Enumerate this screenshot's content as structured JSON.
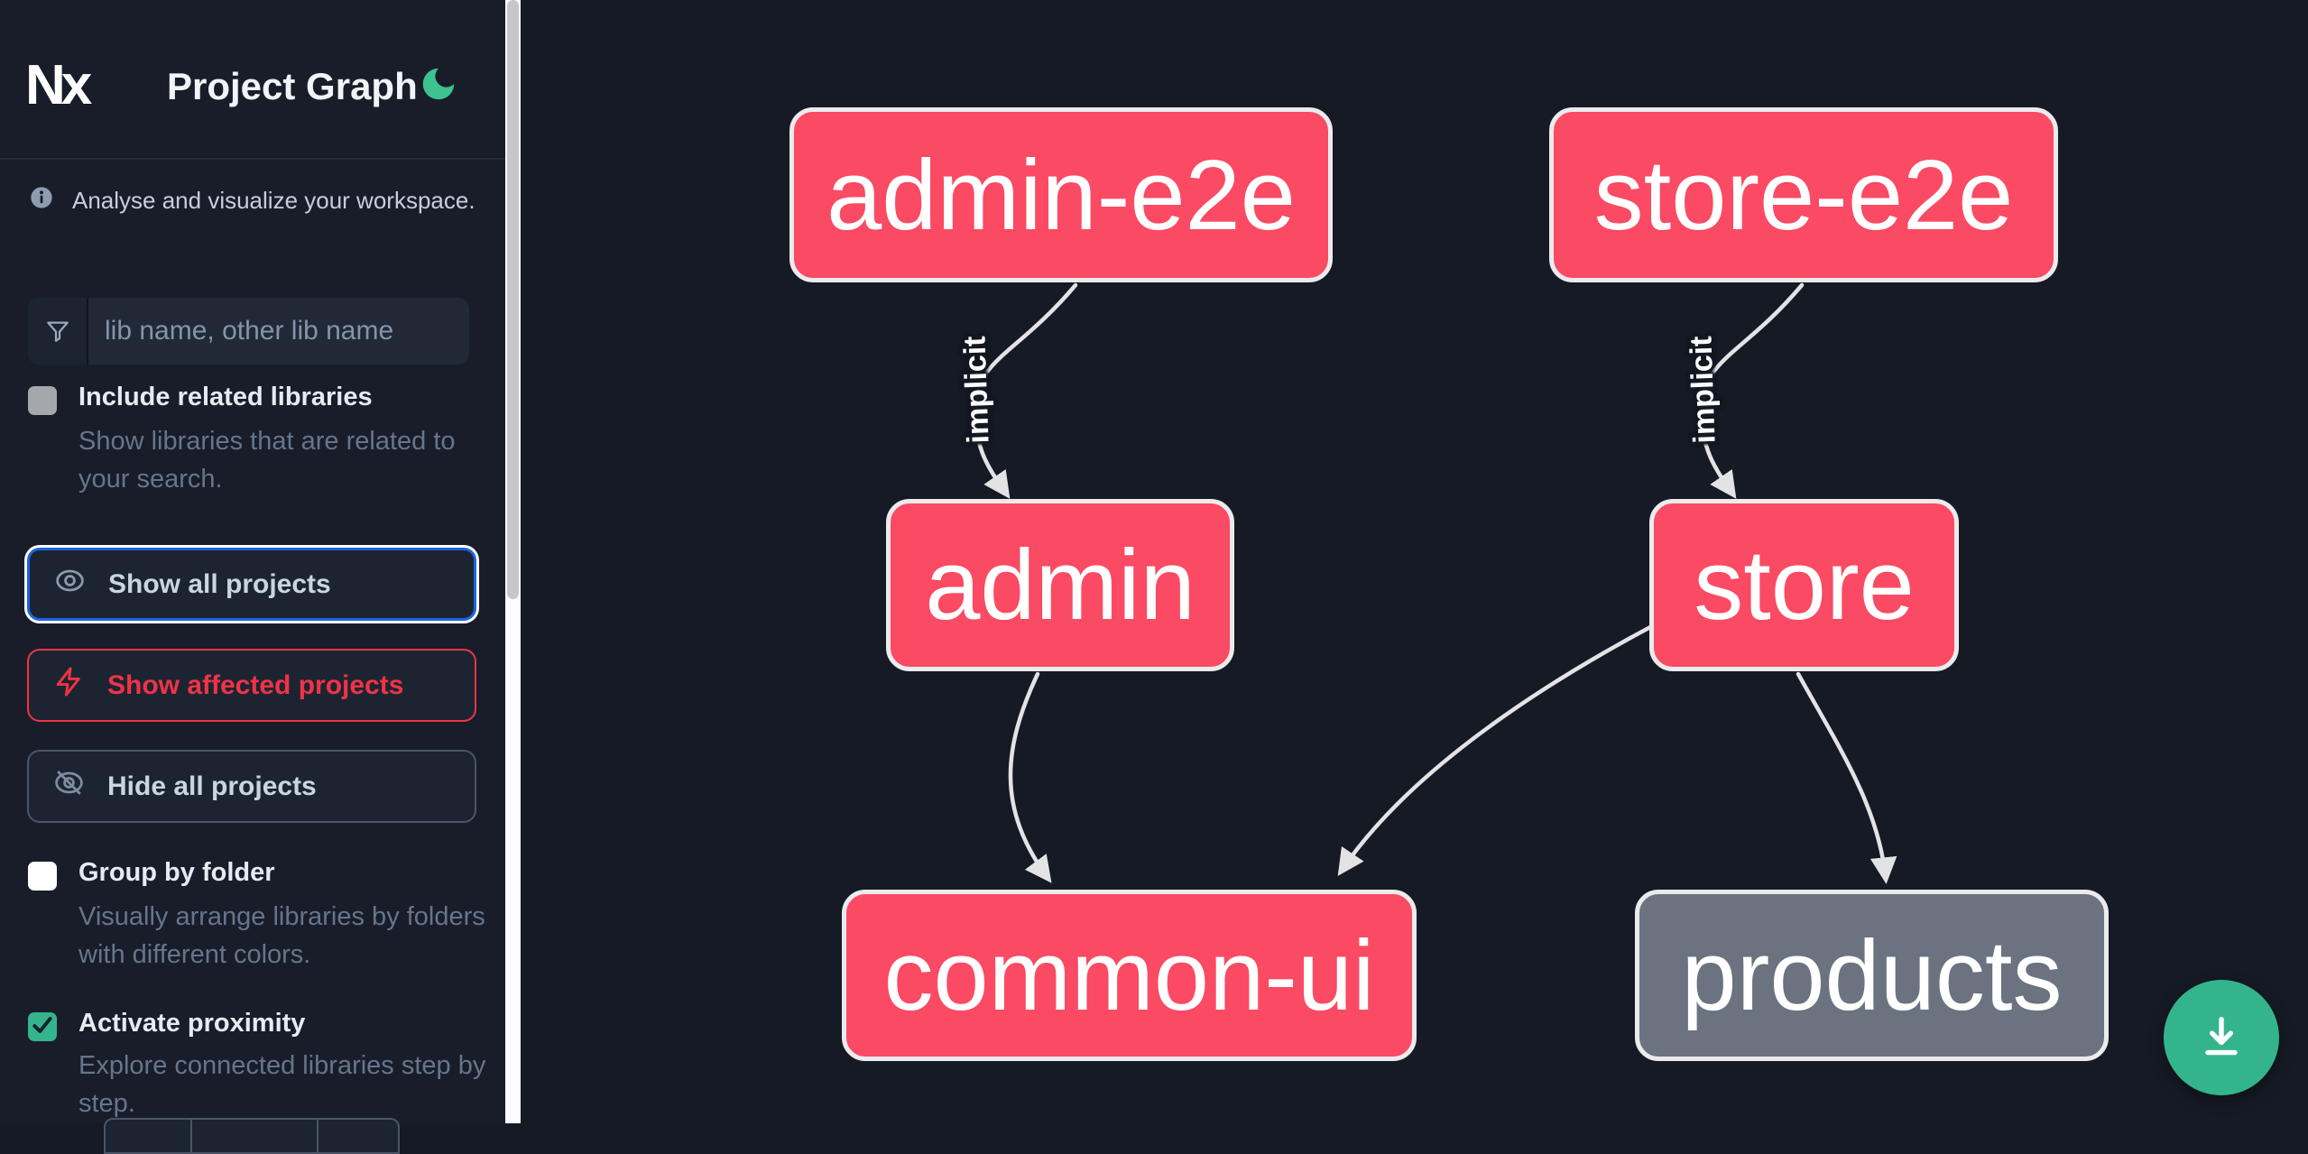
{
  "header": {
    "logo_text": "Nx",
    "title": "Project Graph"
  },
  "sidebar": {
    "tagline": "Analyse and visualize your workspace.",
    "search": {
      "placeholder": "lib name, other lib name",
      "value": ""
    },
    "checkboxes": [
      {
        "label": "Include related libraries",
        "description": "Show libraries that are related to your search.",
        "checked": false
      },
      {
        "label": "Group by folder",
        "description": "Visually arrange libraries by folders with different colors.",
        "checked": false
      },
      {
        "label": "Activate proximity",
        "description": "Explore connected libraries step by step.",
        "checked": true
      }
    ],
    "buttons": [
      {
        "label": "Show all projects"
      },
      {
        "label": "Show affected projects"
      },
      {
        "label": "Hide all projects"
      }
    ]
  },
  "graph": {
    "nodes": [
      {
        "id": "admin-e2e",
        "label": "admin-e2e",
        "color": "#fb4a63"
      },
      {
        "id": "store-e2e",
        "label": "store-e2e",
        "color": "#fb4a63"
      },
      {
        "id": "admin",
        "label": "admin",
        "color": "#fb4a63"
      },
      {
        "id": "store",
        "label": "store",
        "color": "#fb4a63"
      },
      {
        "id": "common-ui",
        "label": "common-ui",
        "color": "#fb4a63"
      },
      {
        "id": "products",
        "label": "products",
        "color": "#6b7280"
      }
    ],
    "edges": [
      {
        "source": "admin-e2e",
        "target": "admin",
        "label": "implicit"
      },
      {
        "source": "store-e2e",
        "target": "store",
        "label": "implicit"
      },
      {
        "source": "admin",
        "target": "common-ui",
        "label": ""
      },
      {
        "source": "store",
        "target": "common-ui",
        "label": ""
      },
      {
        "source": "store",
        "target": "products",
        "label": ""
      }
    ]
  },
  "colors": {
    "sidebar_bg": "#181d29",
    "canvas_bg": "#151a24",
    "node_primary": "#fb4a63",
    "node_secondary": "#6b7280",
    "node_border": "#ebebee",
    "edge": "#e3e3e6",
    "accent_green": "#34b48c",
    "accent_blue": "#1d63e3",
    "accent_red": "#ef3347"
  },
  "icons": {
    "theme": "moon-icon",
    "search": "filter-funnel-icon",
    "show_all": "eye-icon",
    "show_affected": "lightning-icon",
    "hide_all": "eye-off-icon",
    "fab": "download-icon"
  }
}
